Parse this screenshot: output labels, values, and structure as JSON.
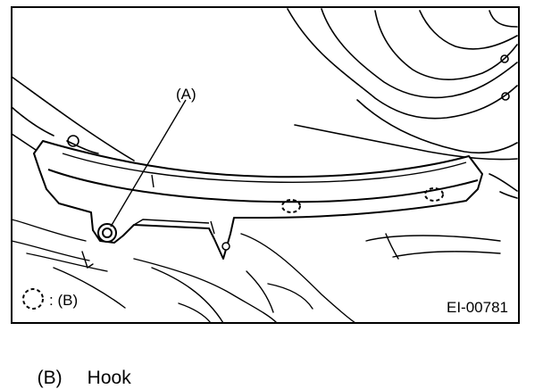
{
  "diagram": {
    "callout_a": "(A)",
    "legend_symbol_name": "hook-symbol",
    "legend_label": ": (B)",
    "figure_code": "EI-00781"
  },
  "caption": {
    "key": "(B)",
    "text": "Hook"
  }
}
